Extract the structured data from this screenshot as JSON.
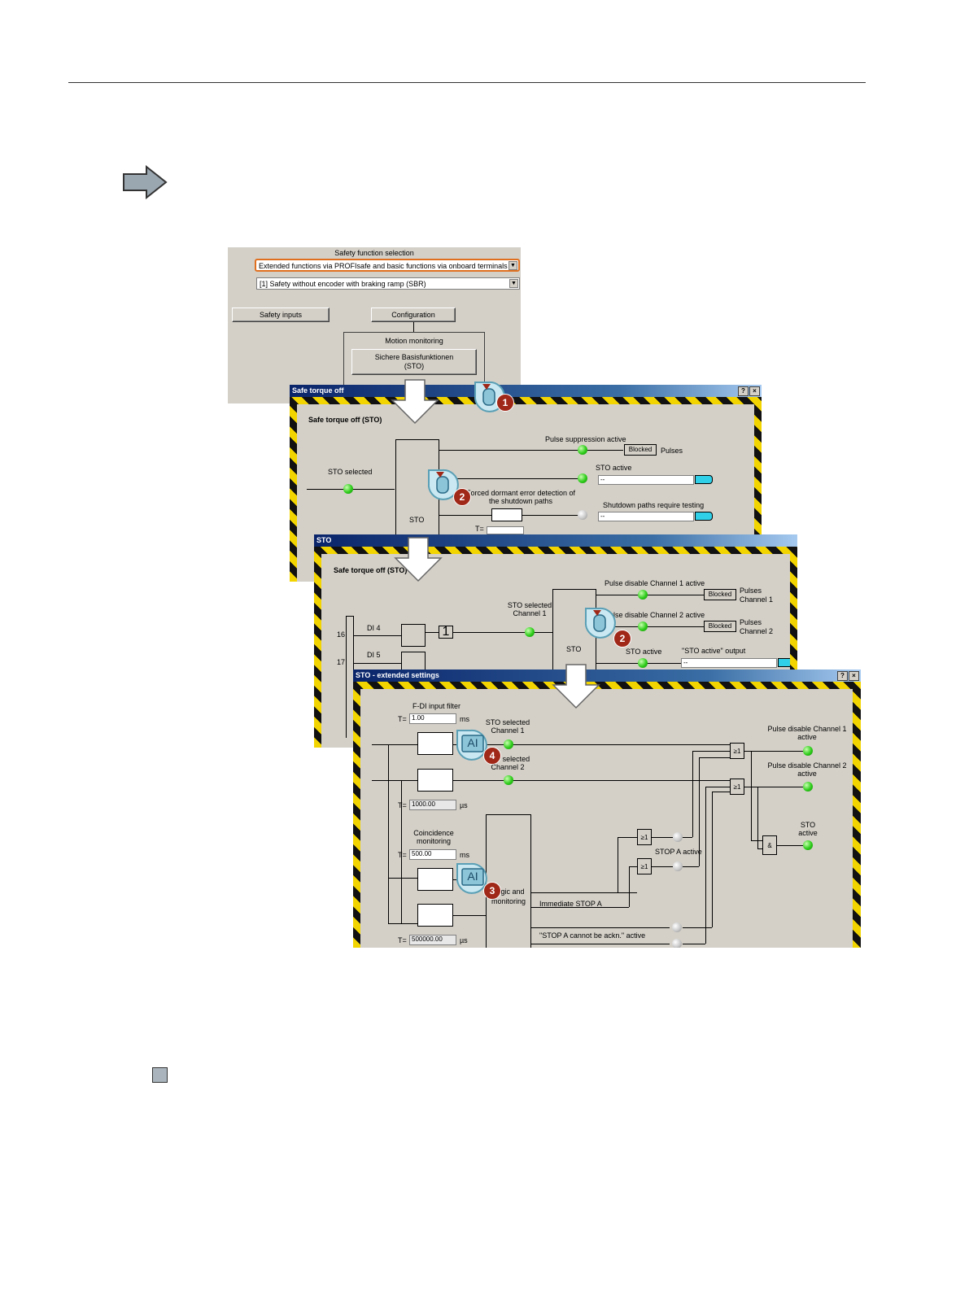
{
  "page": {
    "rule": true
  },
  "panel_top": {
    "group_label": "Safety function selection",
    "combo1_value": "Extended functions via PROFIsafe and basic functions via onboard terminals",
    "combo2_value": "[1] Safety without encoder with braking ramp (SBR)",
    "safety_inputs_button": "Safety inputs",
    "configuration_button": "Configuration",
    "motion_monitoring_label": "Motion monitoring",
    "basic_functions_button_line1": "Sichere Basisfunktionen",
    "basic_functions_button_line2": "(STO)"
  },
  "win_safe_torque_off": {
    "title": "Safe torque off",
    "help": "?",
    "close": "×",
    "heading": "Safe torque off (STO)",
    "sto_selected": "STO selected",
    "block_label": "STO",
    "pulse_suppression_active": "Pulse suppression active",
    "blocked": "Blocked",
    "pulses": "Pulses",
    "sto_active": "STO active",
    "sto_active_value": "--",
    "dormant_error_line1": "Forced dormant error detection of",
    "dormant_error_line2": "the shutdown paths",
    "shutdown_testing": "Shutdown paths require testing",
    "shutdown_testing_value": "--",
    "t_label": "T="
  },
  "win_sto": {
    "title": "STO",
    "heading": "Safe torque off (STO)",
    "terminal_16": "16",
    "terminal_17": "17",
    "di4": "DI 4",
    "di5": "DI 5",
    "gate_1": "1",
    "sto_selected_ch1_line1": "STO selected",
    "sto_selected_ch1_line2": "Channel 1",
    "block_label": "STO",
    "pulse_disable_ch1": "Pulse disable Channel 1 active",
    "pulse_disable_ch2": "Pulse disable Channel 2 active",
    "blocked": "Blocked",
    "pulses_ch1_line1": "Pulses",
    "pulses_ch1_line2": "Channel 1",
    "pulses_ch2_line1": "Pulses",
    "pulses_ch2_line2": "Channel 2",
    "sto_active": "STO active",
    "sto_active_output": "\"STO active\" output",
    "output_value": "--"
  },
  "win_sto_ext": {
    "title": "STO - extended settings",
    "help": "?",
    "close": "×",
    "fdi_filter": "F-DI input filter",
    "t_eq": "T=",
    "fdi_value": "1.00",
    "ms": "ms",
    "us": "µs",
    "sto_sel_ch1_line1": "STO selected",
    "sto_sel_ch1_line2": "Channel 1",
    "sto_sel_ch2_line1": "STO selected",
    "sto_sel_ch2_line2": "Channel 2",
    "filter2_value": "1000.00",
    "coincidence_line1": "Coincidence",
    "coincidence_line2": "monitoring",
    "coincidence_value": "500.00",
    "filter4_value": "500000.00",
    "logic_line1": "Logic and",
    "logic_line2": "monitoring",
    "immediate_stop_a": "Immediate STOP A",
    "stop_a_cannot_ack": "\"STOP A cannot be ackn.\" active",
    "stop_a_active": "STOP A active",
    "ge1": "≥1",
    "and": "&",
    "pulse_dis_ch1_line1": "Pulse disable Channel 1",
    "pulse_dis_ch1_line2": "active",
    "pulse_dis_ch2_line1": "Pulse disable Channel 2",
    "pulse_dis_ch2_line2": "active",
    "sto_active_line1": "STO",
    "sto_active_line2": "active"
  },
  "callouts": {
    "step1": "1",
    "step2": "2",
    "step3": "3",
    "step4": "4",
    "ai": "AI"
  },
  "colors": {
    "highlight_orange": "#e07020",
    "hazard_yellow": "#f2d500",
    "titlebar_blue": "#0a246a",
    "badge_red": "#a02818",
    "led_green": "#2ecc1a"
  }
}
